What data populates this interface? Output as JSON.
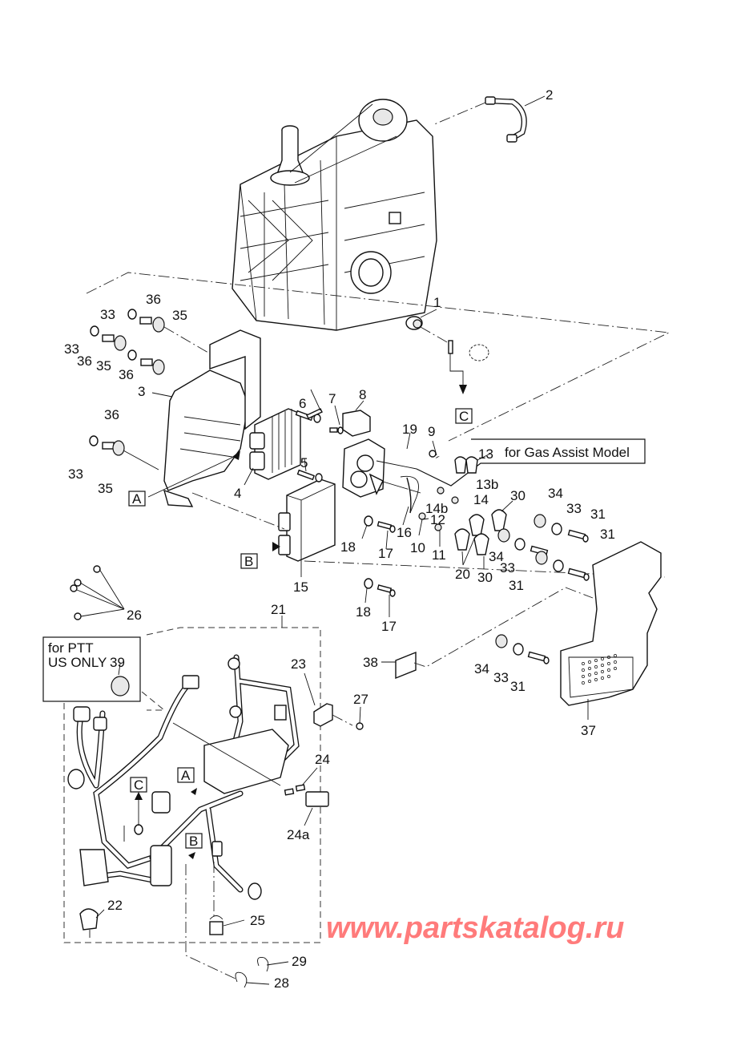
{
  "diagram": {
    "type": "exploded parts diagram",
    "subject": "Outboard engine electrical components and wiring harness",
    "watermark": "www.partskatalog.ru",
    "notes": {
      "gas_assist": "for Gas Assist Model",
      "ptt_line1": "for PTT",
      "ptt_line2": "US ONLY"
    },
    "reference_markers": [
      "A",
      "B",
      "C"
    ],
    "callouts": {
      "p1": "1",
      "p2": "2",
      "p3": "3",
      "p4": "4",
      "p5a": "5",
      "p5b": "5",
      "p6": "6",
      "p7": "7",
      "p8": "8",
      "p9": "9",
      "p10": "10",
      "p11": "11",
      "p12": "12",
      "p13": "13",
      "p13b": "13b",
      "p14": "14",
      "p14b": "14b",
      "p15": "15",
      "p16": "16",
      "p17a": "17",
      "p17b": "17",
      "p18a": "18",
      "p18b": "18",
      "p19": "19",
      "p20": "20",
      "p21": "21",
      "p22": "22",
      "p23": "23",
      "p24": "24",
      "p24a": "24a",
      "p25": "25",
      "p26": "26",
      "p27": "27",
      "p28": "28",
      "p29": "29",
      "p30a": "30",
      "p30b": "30",
      "p31a": "31",
      "p31b": "31",
      "p31c": "31",
      "p31d": "31",
      "p33a": "33",
      "p33b": "33",
      "p33c": "33",
      "p33d": "33",
      "p33e": "33",
      "p33f": "33",
      "p34a": "34",
      "p34b": "34",
      "p34c": "34",
      "p35a": "35",
      "p35b": "35",
      "p35c": "35",
      "p36a": "36",
      "p36b": "36",
      "p36c": "36",
      "p36d": "36",
      "p37": "37",
      "p38": "38",
      "p39": "39"
    }
  }
}
